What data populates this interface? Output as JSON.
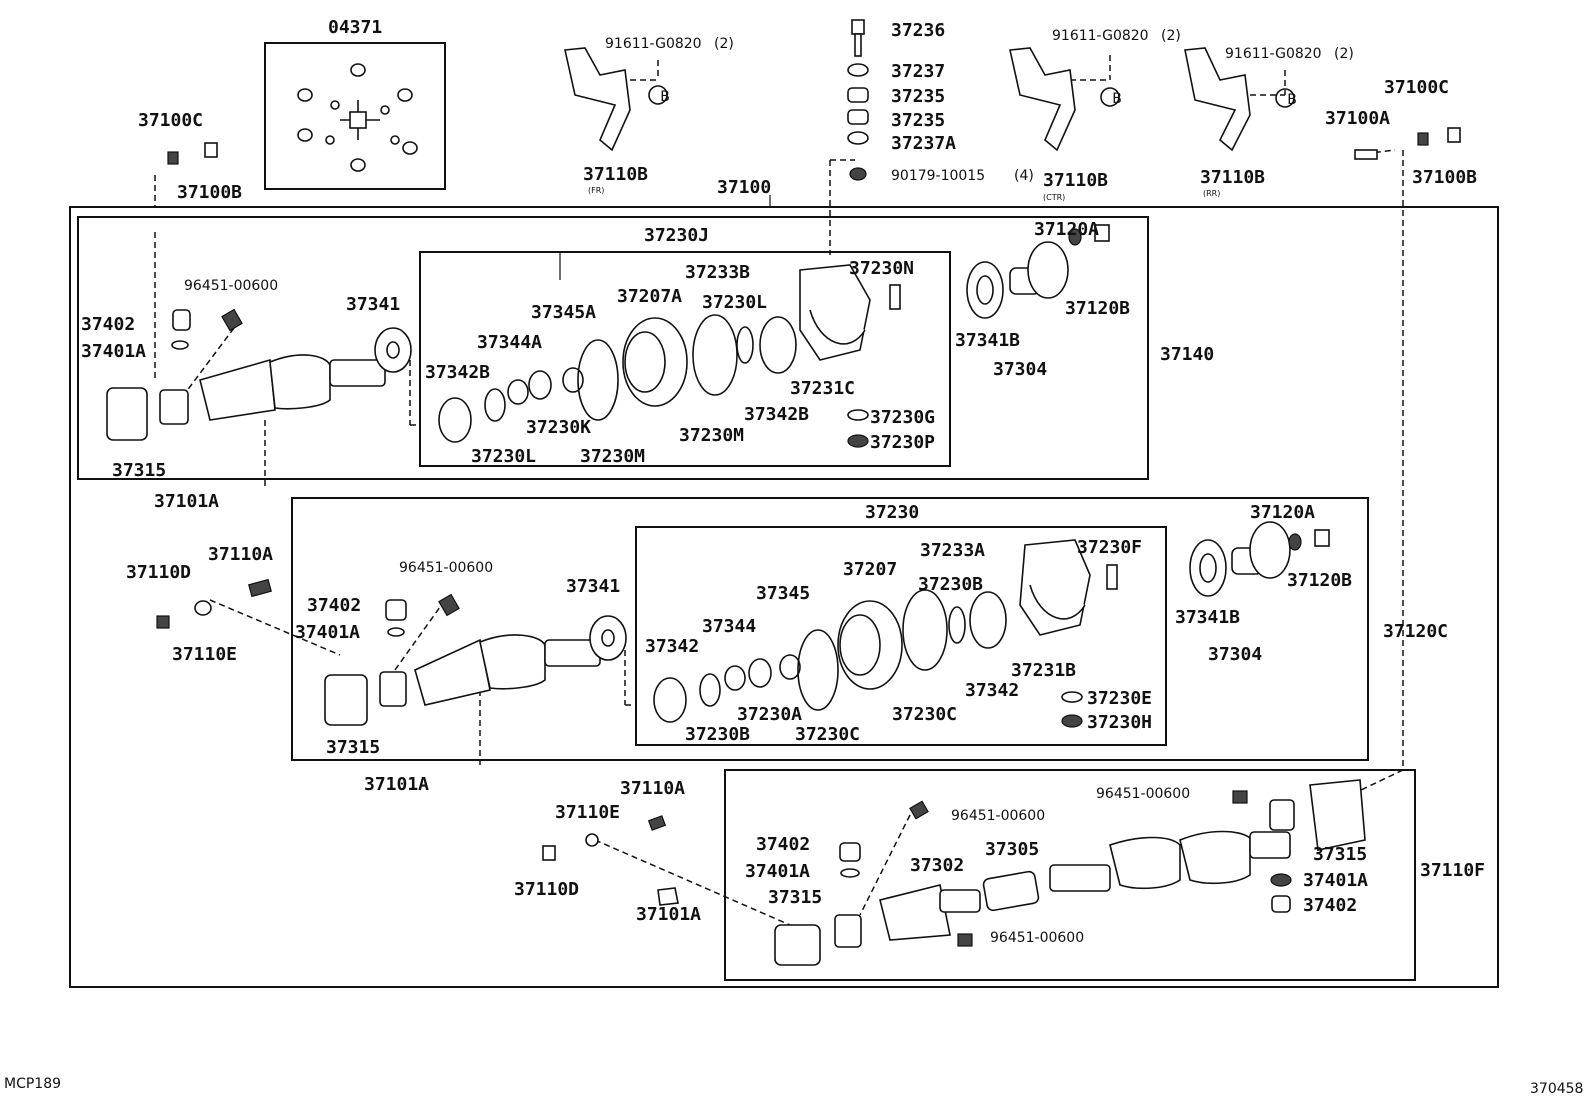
{
  "diagram": {
    "image_code": "370458",
    "model_code": "MCP189",
    "callout_b": "B",
    "labels": {
      "l_04371": "04371",
      "l_37100C_left": "37100C",
      "l_37100B_left": "37100B",
      "l_91611_fr": "91611-G0820",
      "l_91611_fr_qty": "(2)",
      "l_37110B_fr": "37110B",
      "l_fr": "(FR)",
      "l_37236": "37236",
      "l_37237": "37237",
      "l_37235_a": "37235",
      "l_37235_b": "37235",
      "l_37237A": "37237A",
      "l_90179": "90179-10015",
      "l_90179_qty": "(4)",
      "l_91611_ctr": "91611-G0820",
      "l_91611_ctr_qty": "(2)",
      "l_37110B_ctr": "37110B",
      "l_ctr": "(CTR)",
      "l_91611_rr": "91611-G0820",
      "l_91611_rr_qty": "(2)",
      "l_37110B_rr": "37110B",
      "l_rr": "(RR)",
      "l_37100C_right": "37100C",
      "l_37100A": "37100A",
      "l_37100B_right": "37100B",
      "l_37100": "37100",
      "l_37230J": "37230J",
      "l_37233B": "37233B",
      "l_37230N": "37230N",
      "l_37120A_top": "37120A",
      "l_37120B_top": "37120B",
      "l_96451_top": "96451-00600",
      "l_37341_top": "37341",
      "l_37402_top": "37402",
      "l_37401A_top": "37401A",
      "l_37345A": "37345A",
      "l_37207A": "37207A",
      "l_37230L_top": "37230L",
      "l_37344A": "37344A",
      "l_37342B_left": "37342B",
      "l_37230K": "37230K",
      "l_37230L_bot": "37230L",
      "l_37230M_a": "37230M",
      "l_37230M_b": "37230M",
      "l_37342B_right": "37342B",
      "l_37231C": "37231C",
      "l_37230G": "37230G",
      "l_37230P": "37230P",
      "l_37341B_top": "37341B",
      "l_37304_top": "37304",
      "l_37140": "37140",
      "l_37315_top": "37315",
      "l_37101A_top": "37101A",
      "l_37230": "37230",
      "l_37120A_mid": "37120A",
      "l_37233A": "37233A",
      "l_37230F": "37230F",
      "l_37110D_left": "37110D",
      "l_37110A_left": "37110A",
      "l_96451_mid": "96451-00600",
      "l_37207": "37207",
      "l_37230B_top": "37230B",
      "l_37120B_mid": "37120B",
      "l_37341_mid": "37341",
      "l_37345": "37345",
      "l_37402_mid": "37402",
      "l_37110E_left": "37110E",
      "l_37401A_mid": "37401A",
      "l_37344": "37344",
      "l_37342_left": "37342",
      "l_37341B_mid": "37341B",
      "l_37120C": "37120C",
      "l_37304_mid": "37304",
      "l_37231B": "37231B",
      "l_37342_right": "37342",
      "l_37230E": "37230E",
      "l_37230A": "37230A",
      "l_37230C_a": "37230C",
      "l_37230H": "37230H",
      "l_37230B_bot": "37230B",
      "l_37230C_b": "37230C",
      "l_37315_mid": "37315",
      "l_37101A_mid": "37101A",
      "l_37110A_low": "37110A",
      "l_96451_r1": "96451-00600",
      "l_96451_r2": "96451-00600",
      "l_37110E_low": "37110E",
      "l_37402_low": "37402",
      "l_37305": "37305",
      "l_37315_right": "37315",
      "l_37401A_low": "37401A",
      "l_37302": "37302",
      "l_37110F": "37110F",
      "l_37401A_right": "37401A",
      "l_37315_low": "37315",
      "l_37110D_low": "37110D",
      "l_37402_right": "37402",
      "l_37101A_low": "37101A",
      "l_96451_r3": "96451-00600"
    }
  }
}
